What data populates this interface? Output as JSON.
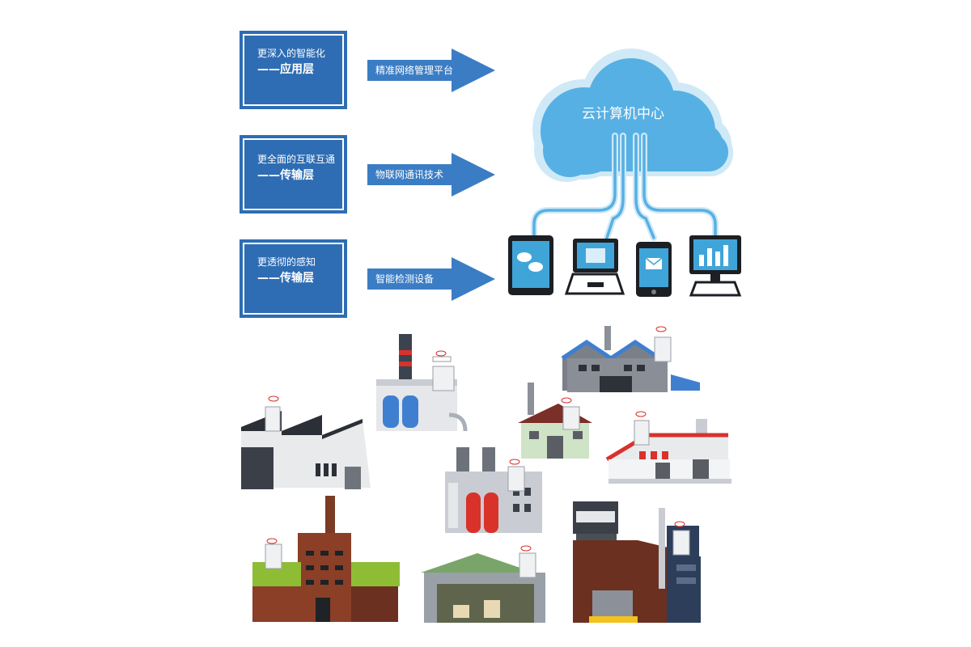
{
  "layers": [
    {
      "title": "更深入的智能化",
      "sub": "——应用层",
      "arrow_label": "精准网络管理平台"
    },
    {
      "title": "更全面的互联互通",
      "sub": "——传输层",
      "arrow_label": "物联网通讯技术"
    },
    {
      "title": "更透彻的感知",
      "sub": "——传输层",
      "arrow_label": "智能检测设备"
    }
  ],
  "cloud": {
    "label": "云计算机中心"
  },
  "devices": [
    "tablet-icon",
    "laptop-icon",
    "phone-icon",
    "desktop-icon"
  ],
  "factories": [
    "factory-icon",
    "factory-icon",
    "factory-icon",
    "factory-icon",
    "factory-icon",
    "factory-icon",
    "factory-icon",
    "factory-icon",
    "factory-icon",
    "factory-icon"
  ],
  "colors": {
    "box_blue": "#2e6db4",
    "arrow_blue": "#3b7dc4",
    "cloud_blue": "#56b0e4",
    "link_blue": "#6ec3ee"
  }
}
